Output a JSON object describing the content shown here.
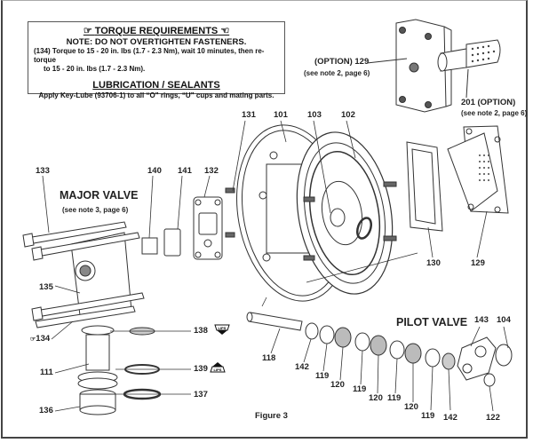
{
  "figure": {
    "caption": "Figure 3"
  },
  "notes": {
    "torque_title": "TORQUE REQUIREMENTS",
    "torque_warning": "NOTE: DO NOT OVERTIGHTEN FASTENERS.",
    "torque_line1": "(134) Torque to 15 - 20 in. lbs (1.7 - 2.3 Nm), wait 10 minutes, then re-torque",
    "torque_line2": "to 15 - 20 in. lbs (1.7 - 2.3 Nm).",
    "lubrication_title": "LUBRICATION /    SEALANTS",
    "lubrication_text": "Apply Key-Lube (93706-1) to all “O” rings, “U” cups and mating parts.",
    "hand_icon": "pointing-hand-icon"
  },
  "sections": {
    "major_valve": "MAJOR VALVE",
    "major_valve_note": "(see note 3, page 6)",
    "pilot_valve": "PILOT VALVE"
  },
  "options": {
    "option_129": "(OPTION) 129",
    "option_129_note": "(see note 2, page 6)",
    "option_201": "201 (OPTION)",
    "option_201_note": "(see note 2, page 6)"
  },
  "part_labels": {
    "p131": "131",
    "p101": "101",
    "p103": "103",
    "p102": "102",
    "p133": "133",
    "p140": "140",
    "p141": "141",
    "p132": "132",
    "p130": "130",
    "p129": "129",
    "p135": "135",
    "p134": "134",
    "p138": "138",
    "p139": "139",
    "p137": "137",
    "p111": "111",
    "p136": "136",
    "p118": "118",
    "p142a": "142",
    "p119a": "119",
    "p120a": "120",
    "p119b": "119",
    "p120b": "120",
    "p119c": "119",
    "p120c": "120",
    "p119d": "119",
    "p142b": "142",
    "p143": "143",
    "p104": "104",
    "p122": "122"
  },
  "badges": {
    "lips": "LIPS",
    "lips_down_icon": "lips-down-arrow-icon",
    "lips_up_icon": "lips-up-arrow-icon"
  }
}
